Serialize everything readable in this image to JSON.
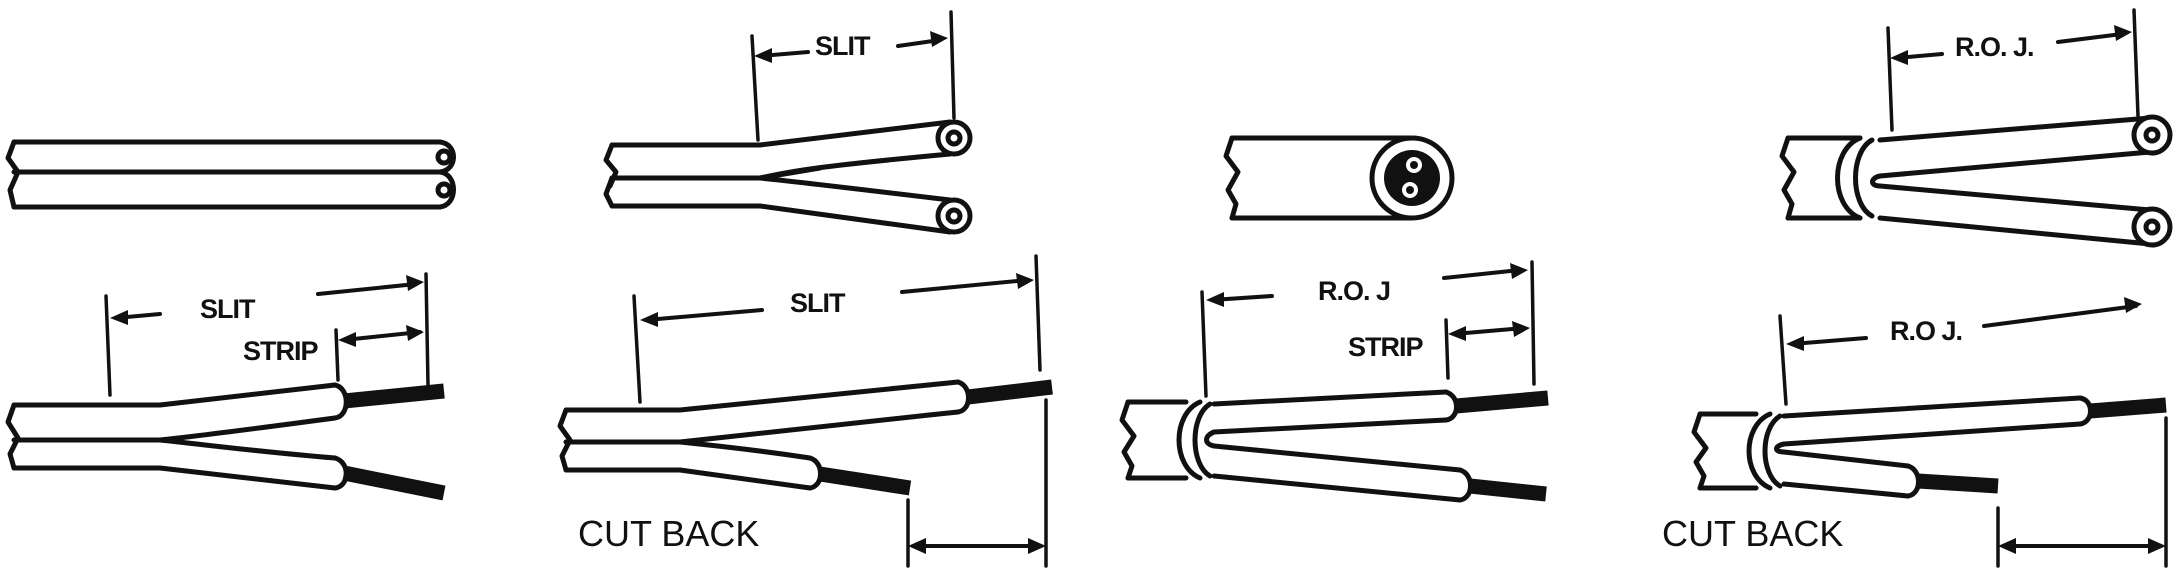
{
  "labels": {
    "panel2_top_slit": "SLIT",
    "panel4_top_roj": "R.O. J.",
    "panel1_bottom_slit": "SLIT",
    "panel1_bottom_strip": "STRIP",
    "panel2_bottom_slit": "SLIT",
    "panel2_bottom_cut_back": "CUT BACK",
    "panel3_bottom_roj": "R.O. J",
    "panel3_bottom_strip": "STRIP",
    "panel4_bottom_roj": "R.O J.",
    "panel4_bottom_cut_back": "CUT BACK"
  }
}
